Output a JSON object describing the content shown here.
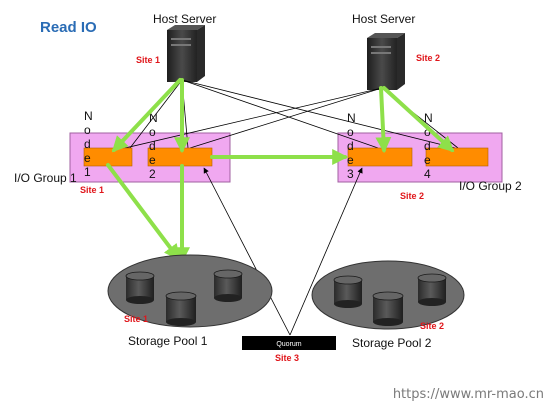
{
  "title": "Read IO",
  "host_left": {
    "label": "Host Server",
    "site": "Site 1"
  },
  "host_right": {
    "label": "Host Server",
    "site": "Site 2"
  },
  "io_group_1": {
    "label": "I/O Group 1",
    "site": "Site 1",
    "nodes": [
      {
        "letters": [
          "N",
          "o",
          "d",
          "e",
          "1"
        ]
      },
      {
        "letters": [
          "N",
          "o",
          "d",
          "e",
          "2"
        ]
      }
    ]
  },
  "io_group_2": {
    "label": "I/O Group 2",
    "site": "Site 2",
    "nodes": [
      {
        "letters": [
          "N",
          "o",
          "d",
          "e",
          "3"
        ]
      },
      {
        "letters": [
          "N",
          "o",
          "d",
          "e",
          "4"
        ]
      }
    ]
  },
  "pool_1": {
    "label": "Storage Pool 1",
    "site": "Site 1"
  },
  "pool_2": {
    "label": "Storage Pool 2",
    "site": "Site 2"
  },
  "quorum": {
    "label": "Quorum",
    "site": "Site 3"
  },
  "watermark": "https://www.mr-mao.cn",
  "colors": {
    "title": "#2a6cb5",
    "site_label": "#e0161b",
    "group_fill": "#f0a8f0",
    "node_fill": "#ff8c00",
    "read_path": "#8ee04a",
    "pool_fill": "#6e6e6e",
    "server_body": "#3a3a3a"
  }
}
